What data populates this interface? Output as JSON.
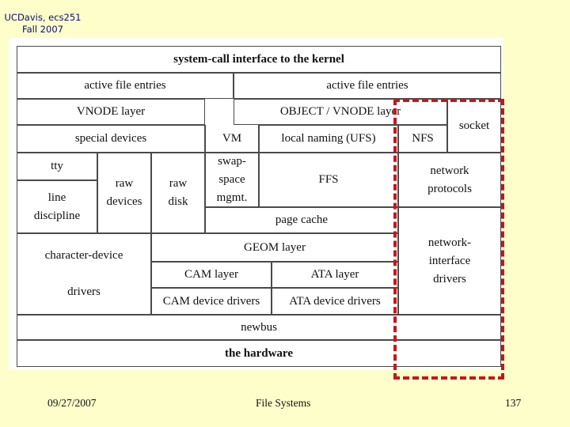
{
  "header": {
    "line1": "UCDavis, ecs251",
    "line2": "Fall 2007"
  },
  "diagram": {
    "syscall": "system-call interface to the kernel",
    "active_left": "active file entries",
    "active_right": "active file entries",
    "vnode": "VNODE layer",
    "object_vnode": "OBJECT / VNODE layer",
    "socket": "socket",
    "special": "special devices",
    "vm": "VM",
    "local_naming": "local naming (UFS)",
    "nfs": "NFS",
    "tty": "tty",
    "line_discipline": "line\ndiscipline",
    "raw_devices": "raw\ndevices",
    "raw_disk": "raw\ndisk",
    "swap": "swap-\nspace\nmgmt.",
    "ffs": "FFS",
    "network_protocols": "network\nprotocols",
    "page_cache": "page cache",
    "char_device": "character-device\n\ndrivers",
    "geom": "GEOM layer",
    "network_interface": "network-\ninterface\ndrivers",
    "cam_layer": "CAM layer",
    "ata_layer": "ATA layer",
    "cam_drivers": "CAM device drivers",
    "ata_drivers": "ATA device drivers",
    "newbus": "newbus",
    "hardware": "the hardware"
  },
  "footer": {
    "date": "09/27/2007",
    "title": "File Systems",
    "page": "137"
  },
  "colors": {
    "background": "#fefecb",
    "header_text": "#0c0c7a",
    "highlight": "#c4161c"
  }
}
